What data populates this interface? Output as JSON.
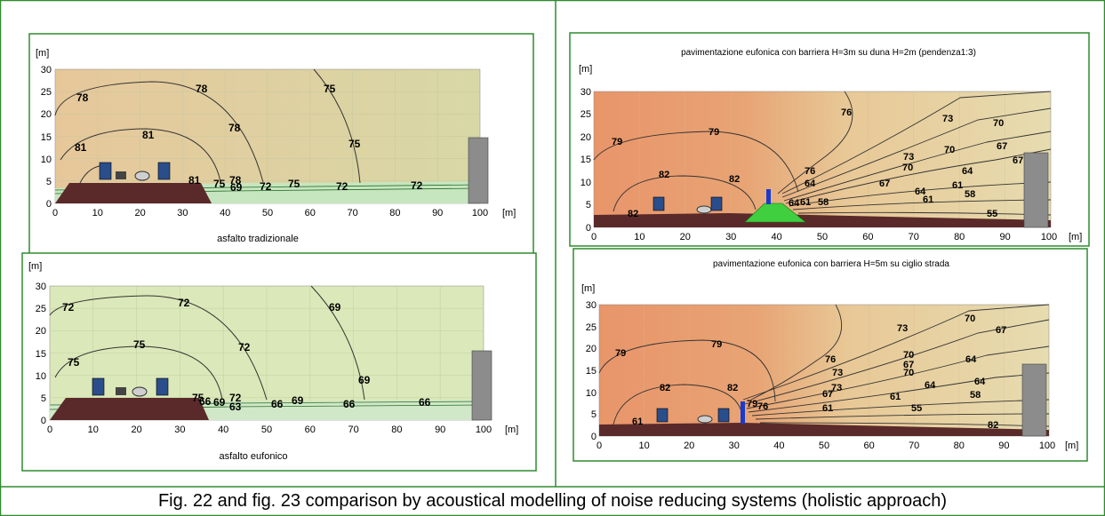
{
  "caption": "Fig. 22  and fig. 23 comparison by acoustical modelling of noise reducing systems (holistic approach)",
  "chart_data": [
    {
      "type": "contour",
      "title": "",
      "subtitle": "asfalto tradizionale",
      "ylabel": "[m]",
      "xlabel": "[m]",
      "xlim": [
        0,
        100
      ],
      "ylim": [
        0,
        30
      ],
      "xticks": [
        0,
        10,
        20,
        30,
        40,
        50,
        60,
        70,
        80,
        90,
        100
      ],
      "yticks": [
        0,
        5,
        10,
        15,
        20,
        25,
        30
      ],
      "colors": {
        "bg": "#d9d9a0",
        "ground_band": "#c8e6c0",
        "embankment": "#5a2a2a",
        "building": "#8c8c8c"
      },
      "contour_labels": [
        "78",
        "78",
        "75",
        "81",
        "78",
        "81",
        "75",
        "78",
        "75",
        "69",
        "72",
        "75",
        "72",
        "72",
        "81"
      ]
    },
    {
      "type": "contour",
      "title": "",
      "subtitle": "asfalto eufonico",
      "ylabel": "[m]",
      "xlabel": "[m]",
      "xlim": [
        0,
        100
      ],
      "ylim": [
        0,
        30
      ],
      "xticks": [
        0,
        10,
        20,
        30,
        40,
        50,
        60,
        70,
        80,
        90,
        100
      ],
      "yticks": [
        0,
        5,
        10,
        15,
        20,
        25,
        30
      ],
      "colors": {
        "bg": "#d8e8b8",
        "ground_band": "#cfe8c8",
        "embankment": "#5a2a2a",
        "building": "#8c8c8c"
      },
      "contour_labels": [
        "72",
        "72",
        "69",
        "75",
        "72",
        "75",
        "69",
        "75",
        "66",
        "69",
        "72",
        "63",
        "66",
        "69",
        "66",
        "66"
      ]
    },
    {
      "type": "contour",
      "title": "pavimentazione eufonica con barriera H=3m su duna H=2m (pendenza1:3)",
      "subtitle": "",
      "ylabel": "[m]",
      "xlabel": "[m]",
      "xlim": [
        0,
        100
      ],
      "ylim": [
        0,
        30
      ],
      "xticks": [
        0,
        10,
        20,
        30,
        40,
        50,
        60,
        70,
        80,
        90,
        100
      ],
      "yticks": [
        0,
        5,
        10,
        15,
        20,
        25,
        30
      ],
      "colors": {
        "bg": "#e8a070",
        "bg2": "#e8d4a8",
        "dune": "#3fcf3f",
        "embankment": "#5a2a2a",
        "building": "#8c8c8c",
        "barrier": "#1a3acc"
      },
      "contour_labels": [
        "79",
        "79",
        "76",
        "73",
        "70",
        "82",
        "82",
        "76",
        "73",
        "70",
        "67",
        "70",
        "67",
        "64",
        "67",
        "64",
        "61",
        "58",
        "64",
        "61",
        "58",
        "55",
        "82",
        "61",
        "64"
      ]
    },
    {
      "type": "contour",
      "title": "pavimentazione eufonica con barriera H=5m su ciglio strada",
      "subtitle": "",
      "ylabel": "[m]",
      "xlabel": "[m]",
      "xlim": [
        0,
        100
      ],
      "ylim": [
        0,
        30
      ],
      "xticks": [
        0,
        10,
        20,
        30,
        40,
        50,
        60,
        70,
        80,
        90,
        100
      ],
      "yticks": [
        0,
        5,
        10,
        15,
        20,
        25,
        30
      ],
      "colors": {
        "bg": "#e8a070",
        "bg2": "#e8d4a8",
        "embankment": "#5a2a2a",
        "building": "#8c8c8c",
        "barrier": "#1a3acc"
      },
      "contour_labels": [
        "79",
        "79",
        "76",
        "73",
        "70",
        "67",
        "82",
        "82",
        "73",
        "70",
        "67",
        "64",
        "61",
        "79",
        "76",
        "73",
        "70",
        "67",
        "64",
        "61",
        "58",
        "55",
        "82",
        "61",
        "64"
      ]
    }
  ]
}
